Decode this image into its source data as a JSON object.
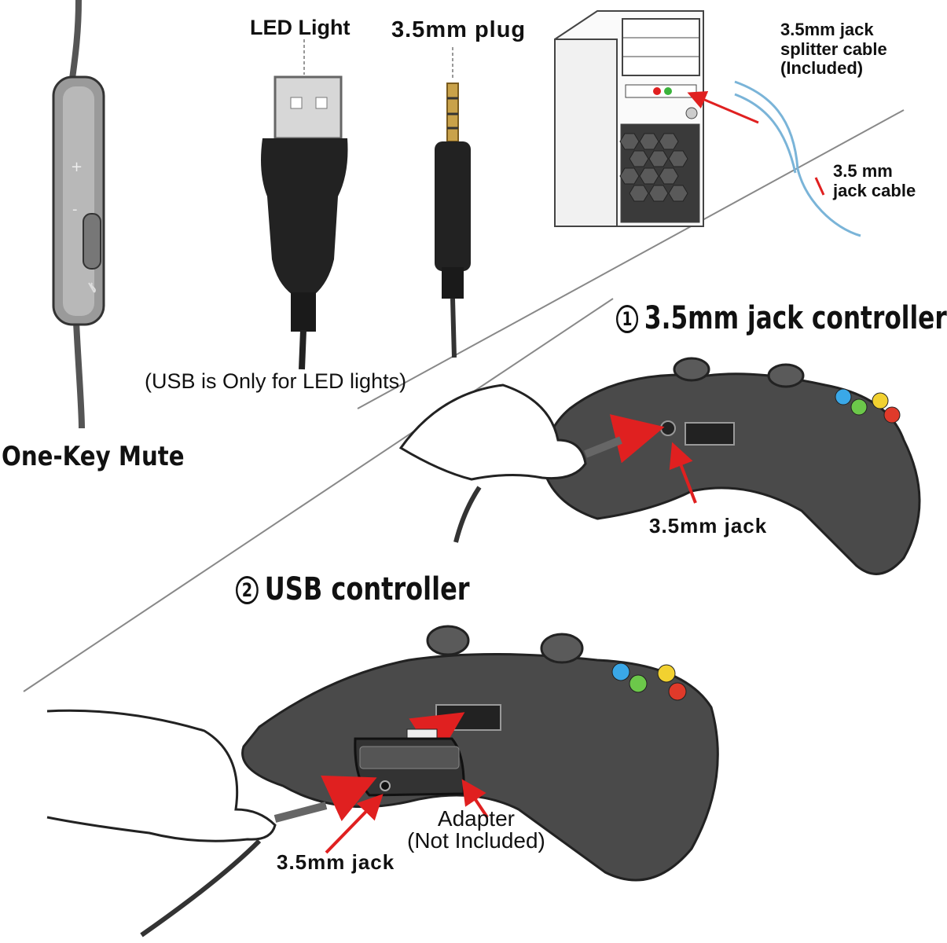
{
  "labels": {
    "led_light": "LED Light",
    "plug": "3.5mm plug",
    "splitter": [
      "3.5mm jack",
      "splitter cable",
      "(Included)"
    ],
    "jack_cable": [
      "3.5 mm",
      "jack cable"
    ],
    "usb_note": "(USB is Only for LED lights)",
    "one_key_mute": "One-Key Mute",
    "controller1": {
      "num": "1",
      "title": "3.5mm jack controller"
    },
    "jack1": "3.5mm jack",
    "controller2": {
      "num": "2",
      "title": "USB controller"
    },
    "adapter": [
      "Adapter",
      "(Not Included)"
    ],
    "jack2": "3.5mm jack"
  },
  "colors": {
    "controller": "#4a4a4a",
    "arrow_red": "#e02020",
    "arrow_green": "#5cc232",
    "btn_blue": "#3aa8e8",
    "btn_green": "#6cc84a",
    "btn_yellow": "#f2d130",
    "btn_red": "#e03a2a",
    "splitter_cable": "#7ab4d8"
  },
  "icons": [
    "usb-plug-icon",
    "audio-plug-icon",
    "inline-remote-icon",
    "pc-tower-icon",
    "gamepad-icon",
    "hand-icon",
    "headset-adapter-icon"
  ]
}
